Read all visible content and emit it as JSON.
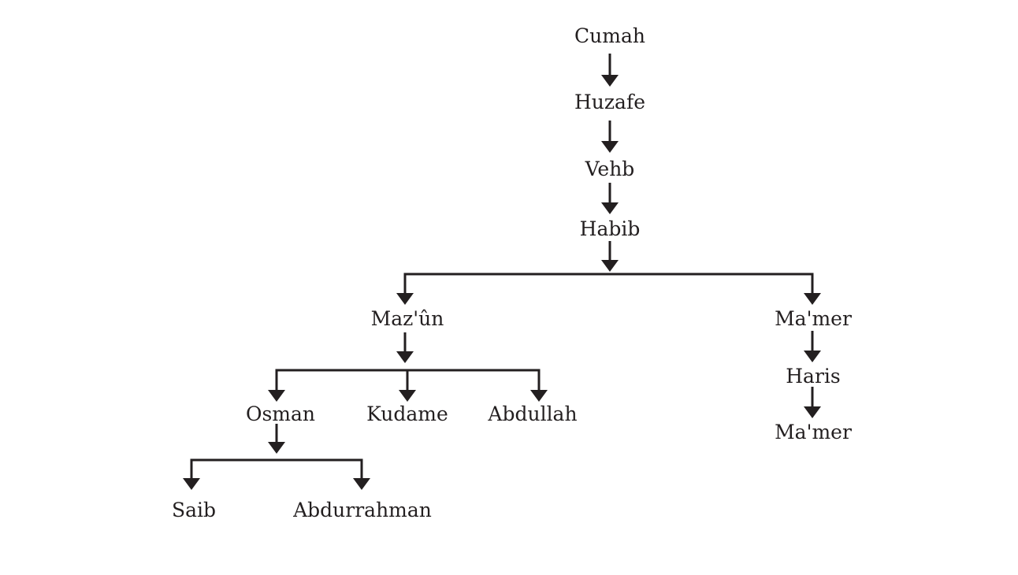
{
  "tree": {
    "nodes": [
      {
        "id": "cumah",
        "label": "Cumah",
        "parent": null
      },
      {
        "id": "huzafe",
        "label": "Huzafe",
        "parent": "cumah"
      },
      {
        "id": "vehb",
        "label": "Vehb",
        "parent": "huzafe"
      },
      {
        "id": "habib",
        "label": "Habib",
        "parent": "vehb"
      },
      {
        "id": "mazun",
        "label": "Maz'ûn",
        "parent": "habib"
      },
      {
        "id": "mamer1",
        "label": "Ma'mer",
        "parent": "habib"
      },
      {
        "id": "osman",
        "label": "Osman",
        "parent": "mazun"
      },
      {
        "id": "kudame",
        "label": "Kudame",
        "parent": "mazun"
      },
      {
        "id": "abdullah",
        "label": "Abdullah",
        "parent": "mazun"
      },
      {
        "id": "saib",
        "label": "Saib",
        "parent": "osman"
      },
      {
        "id": "abdurrahman",
        "label": "Abdurrahman",
        "parent": "osman"
      },
      {
        "id": "haris",
        "label": "Haris",
        "parent": "mamer1"
      },
      {
        "id": "mamer2",
        "label": "Ma'mer",
        "parent": "haris"
      }
    ]
  }
}
